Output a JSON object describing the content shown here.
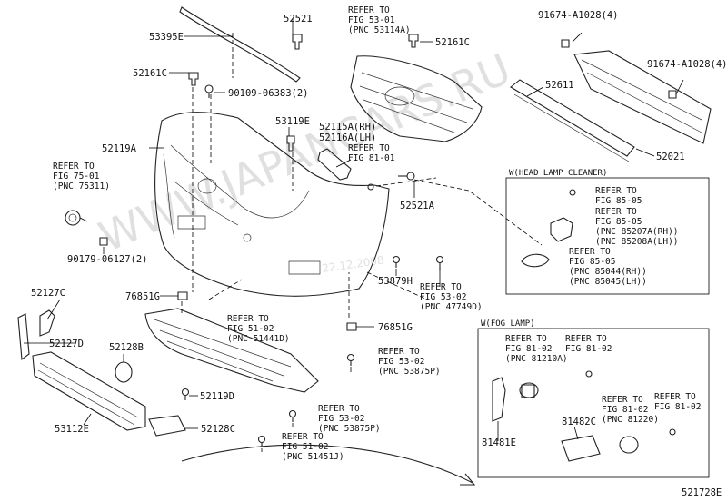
{
  "diagram": {
    "code": "521728E"
  },
  "watermark": {
    "site": "WWW.JAPANCARS.RU",
    "date": "22.12.2008"
  },
  "parts": {
    "p52521": "52521",
    "p53395E": "53395E",
    "p52161C_left": "52161C",
    "p52161C_right": "52161C",
    "p90109": "90109-06383(2)",
    "p53119E": "53119E",
    "p52115A": "52115A(RH)",
    "p52116A": "52116A(LH)",
    "p52119A": "52119A",
    "p52521A": "52521A",
    "p90179": "90179-06127(2)",
    "p52127C": "52127C",
    "p76851G_left": "76851G",
    "p76851G_right": "76851G",
    "p53879H": "53879H",
    "p52127D": "52127D",
    "p52128B": "52128B",
    "p52119D": "52119D",
    "p53112E": "53112E",
    "p52128C": "52128C",
    "p91674_a": "91674-A1028(4)",
    "p91674_b": "91674-A1028(4)",
    "p52611": "52611",
    "p52021": "52021",
    "p81481E": "81481E",
    "p81482C": "81482C"
  },
  "refs": {
    "grille": [
      "REFER TO",
      "FIG 53-01",
      "(PNC 53114A)"
    ],
    "fig75": [
      "REFER TO",
      "FIG 75-01",
      "(PNC 75311)"
    ],
    "fig81": [
      "REFER TO",
      "FIG 81-01"
    ],
    "fig53_47749": [
      "REFER TO",
      "FIG 53-02",
      "(PNC 47749D)"
    ],
    "fig51_51441": [
      "REFER TO",
      "FIG 51-02",
      "(PNC 51441D)"
    ],
    "fig53_53875_a": [
      "REFER TO",
      "FIG 53-02",
      "(PNC 53875P)"
    ],
    "fig53_53875_b": [
      "REFER TO",
      "FIG 53-02",
      "(PNC 53875P)"
    ],
    "fig51_51451": [
      "REFER TO",
      "FIG 51-02",
      "(PNC 51451J)"
    ],
    "hl_a": [
      "REFER TO",
      "FIG 85-05"
    ],
    "hl_b": [
      "REFER TO",
      "FIG 85-05",
      "(PNC 85207A(RH))",
      "(PNC 85208A(LH))"
    ],
    "hl_c": [
      "REFER TO",
      "FIG 85-05",
      "(PNC 85044(RH))",
      "(PNC 85045(LH))"
    ],
    "fog_a": [
      "REFER TO",
      "FIG 81-02",
      "(PNC 81210A)"
    ],
    "fog_b": [
      "REFER TO",
      "FIG 81-02"
    ],
    "fog_c": [
      "REFER TO",
      "FIG 81-02",
      "(PNC 81220)"
    ],
    "fog_d": [
      "REFER TO",
      "FIG 81-02"
    ]
  },
  "boxes": {
    "headlamp_title": "W(HEAD LAMP CLEANER)",
    "foglamp_title": "W(FOG LAMP)"
  }
}
